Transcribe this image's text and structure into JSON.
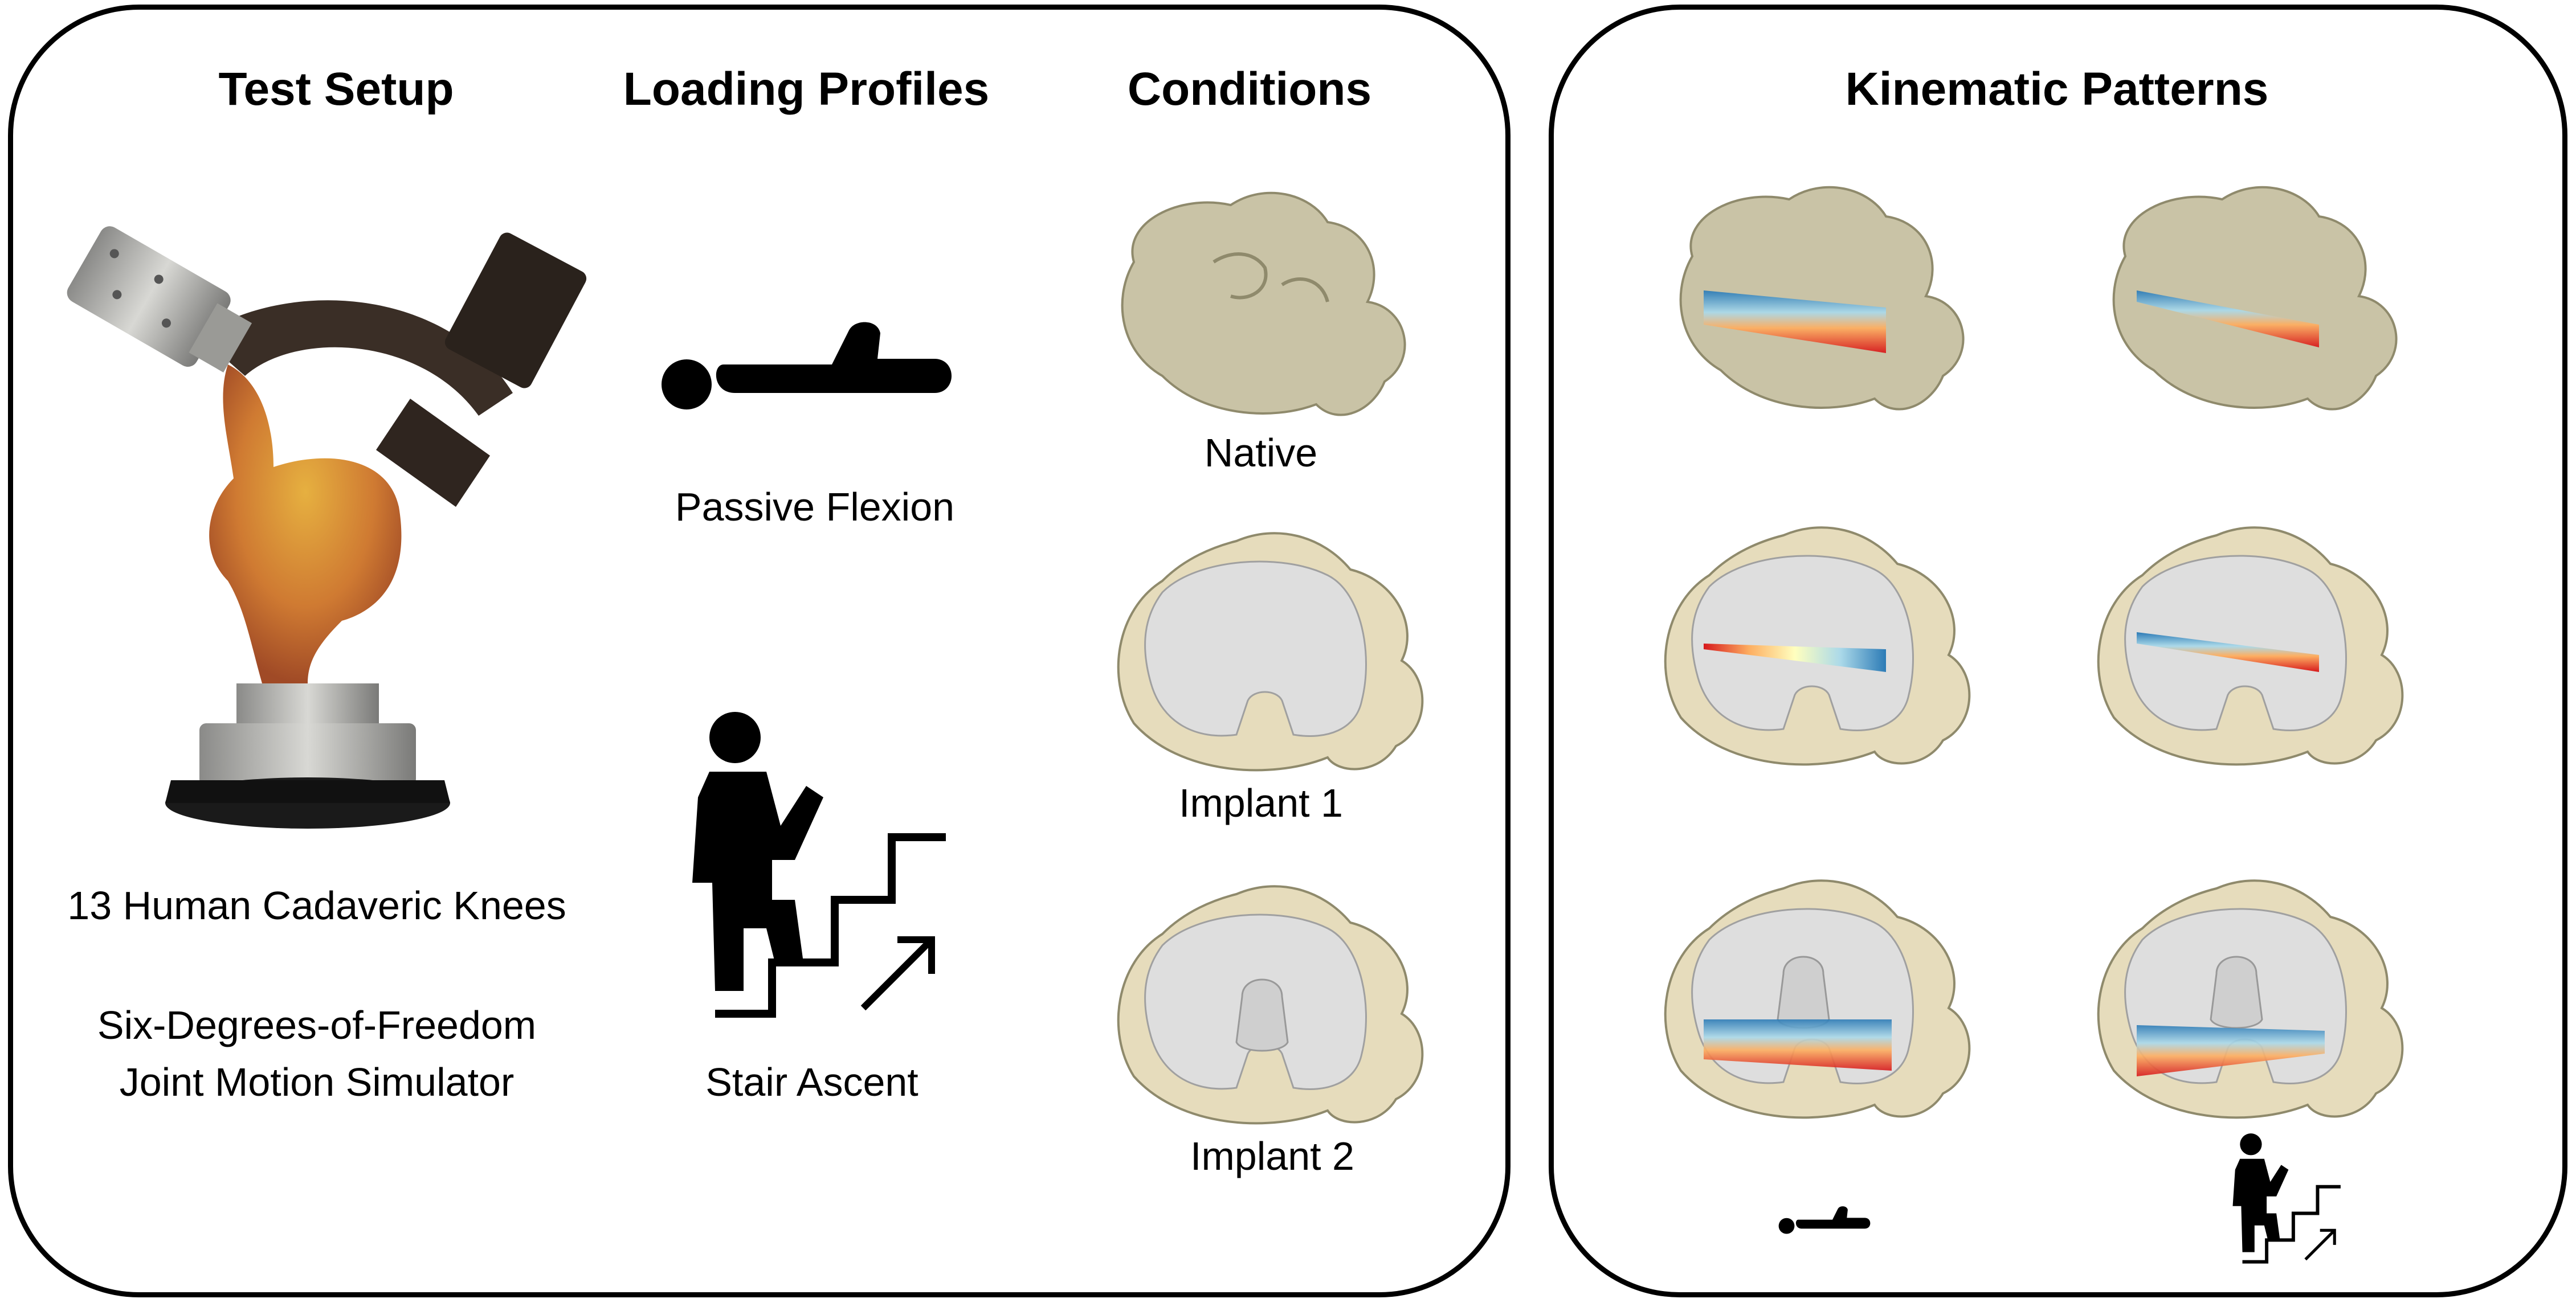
{
  "setup": {
    "heading": "Test Setup",
    "specimens": "13 Human Cadaveric Knees",
    "simulator_line1": "Six-Degrees-of-Freedom",
    "simulator_line2": "Joint Motion Simulator"
  },
  "loading": {
    "heading": "Loading Profiles",
    "profiles": [
      "Passive Flexion",
      "Stair Ascent"
    ]
  },
  "conditions": {
    "heading": "Conditions",
    "items": [
      "Native",
      "Implant 1",
      "Implant 2"
    ]
  },
  "kinematics": {
    "heading": "Kinematic Patterns",
    "columns": [
      "passive-flexion",
      "stair-ascent"
    ]
  },
  "colors": {
    "bone": "#c9c3a6",
    "bone_shadow": "#8f8a6c",
    "implant": "#dedede",
    "rim": "#e6dcbc",
    "robot_arm": "#3a2e26",
    "tissue": "#d08a3a"
  }
}
